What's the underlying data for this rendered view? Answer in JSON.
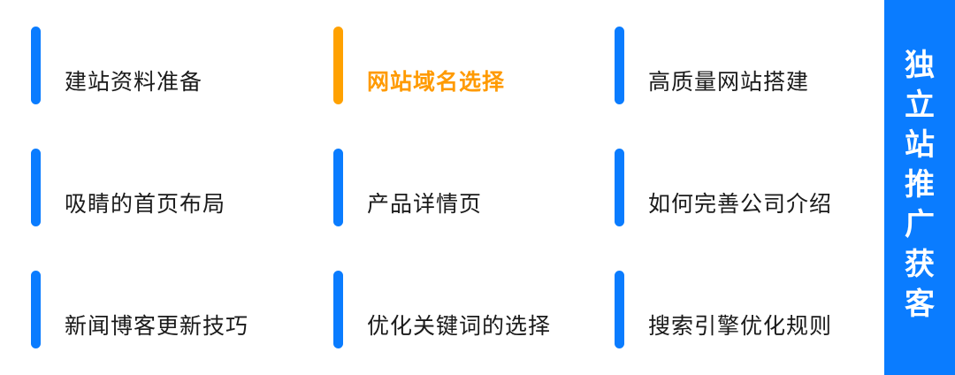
{
  "colors": {
    "accent": "#0a7cff",
    "highlight": "#ffa100",
    "text": "#1a1a1a",
    "panel_text": "#ffffff"
  },
  "menu": {
    "items": [
      {
        "label": "建站资料准备",
        "active": false
      },
      {
        "label": "网站域名选择",
        "active": true
      },
      {
        "label": "高质量网站搭建",
        "active": false
      },
      {
        "label": "吸睛的首页布局",
        "active": false
      },
      {
        "label": "产品详情页",
        "active": false
      },
      {
        "label": "如何完善公司介绍",
        "active": false
      },
      {
        "label": "新闻博客更新技巧",
        "active": false
      },
      {
        "label": "优化关键词的选择",
        "active": false
      },
      {
        "label": "搜索引擎优化规则",
        "active": false
      }
    ]
  },
  "side_panel": {
    "title": "独立站推广获客",
    "chars": [
      "独",
      "立",
      "站",
      "推",
      "广",
      "获",
      "客"
    ]
  }
}
